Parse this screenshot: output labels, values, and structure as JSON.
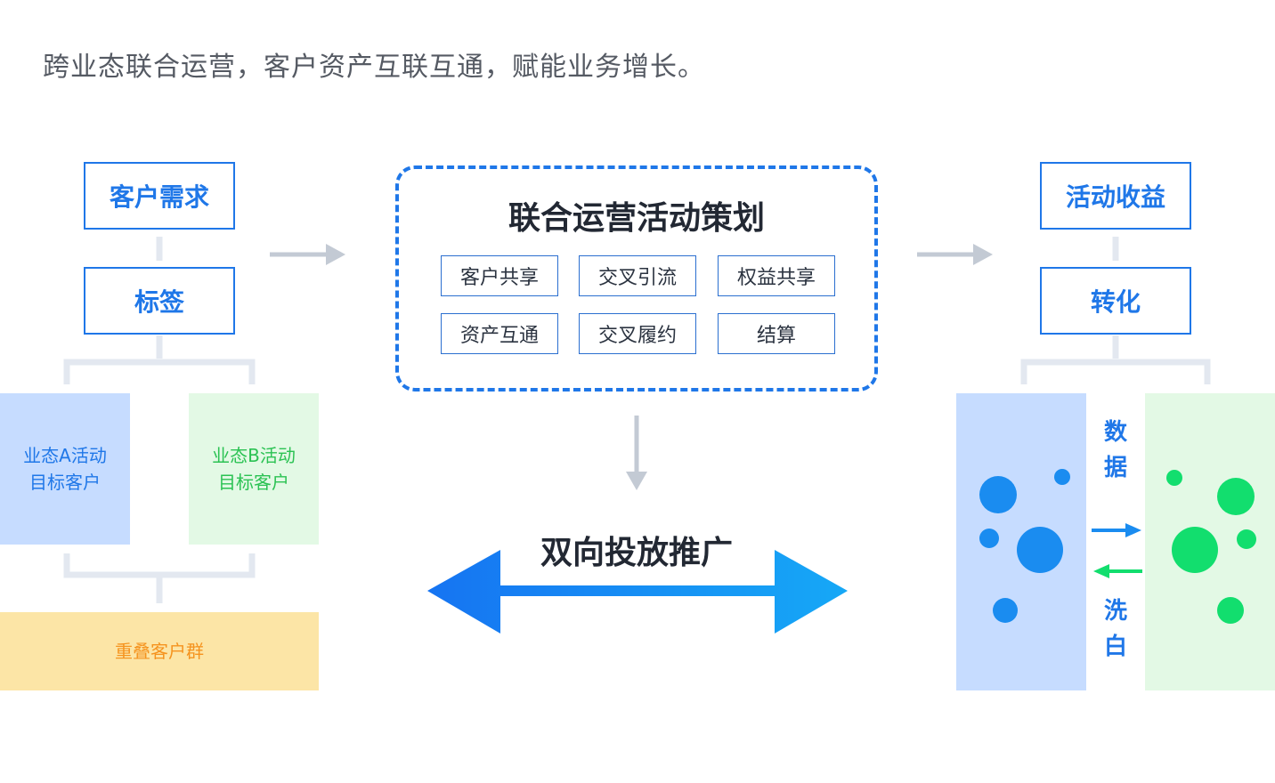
{
  "subtitle": "跨业态联合运营，客户资产互联互通，赋能业务增长。",
  "left": {
    "demand_label": "客户需求",
    "tag_label": "标签",
    "segment_a": [
      "业态A活动",
      "目标客户"
    ],
    "segment_b": [
      "业态B活动",
      "目标客户"
    ],
    "overlap_label": "重叠客户群"
  },
  "center": {
    "title": "联合运营活动策划",
    "chips": [
      "客户共享",
      "交叉引流",
      "权益共享",
      "资产互通",
      "交叉履约",
      "结算"
    ],
    "promo_title": "双向投放推广"
  },
  "right": {
    "revenue_label": "活动收益",
    "conversion_label": "转化",
    "data_label": [
      "数",
      "据"
    ],
    "wash_label": [
      "洗",
      "白"
    ]
  },
  "colors": {
    "primary_blue": "#1f77e8",
    "block_blue": "#c6dcff",
    "block_green": "#e3f9e5",
    "block_orange": "#fce5a6",
    "text_a": "#1f77e8",
    "text_b": "#2bc253",
    "text_overlap": "#f5931e",
    "dot_blue": "#1a8cf0",
    "dot_green": "#12de6e",
    "connector": "#e3e8f0",
    "arrow_gray": "#c3cad4"
  }
}
